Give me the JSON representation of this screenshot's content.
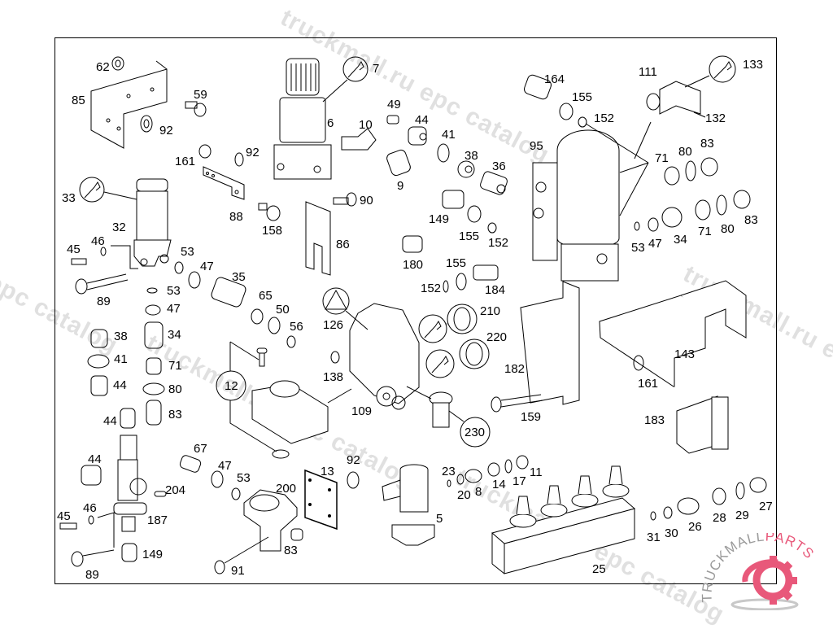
{
  "diagram": {
    "title": "",
    "labels": [
      {
        "id": "62",
        "text": "62"
      },
      {
        "id": "85",
        "text": "85"
      },
      {
        "id": "92a",
        "text": "92"
      },
      {
        "id": "59",
        "text": "59"
      },
      {
        "id": "7",
        "text": "7"
      },
      {
        "id": "6",
        "text": "6"
      },
      {
        "id": "49",
        "text": "49"
      },
      {
        "id": "10",
        "text": "10"
      },
      {
        "id": "44a",
        "text": "44"
      },
      {
        "id": "41a",
        "text": "41"
      },
      {
        "id": "9",
        "text": "9"
      },
      {
        "id": "38a",
        "text": "38"
      },
      {
        "id": "36",
        "text": "36"
      },
      {
        "id": "164",
        "text": "164"
      },
      {
        "id": "155a",
        "text": "155"
      },
      {
        "id": "152a",
        "text": "152"
      },
      {
        "id": "111",
        "text": "111"
      },
      {
        "id": "133",
        "text": "133"
      },
      {
        "id": "132",
        "text": "132"
      },
      {
        "id": "95",
        "text": "95"
      },
      {
        "id": "71a",
        "text": "71"
      },
      {
        "id": "80a",
        "text": "80"
      },
      {
        "id": "83a",
        "text": "83"
      },
      {
        "id": "161a",
        "text": "161"
      },
      {
        "id": "92b",
        "text": "92"
      },
      {
        "id": "88",
        "text": "88"
      },
      {
        "id": "158",
        "text": "158"
      },
      {
        "id": "90",
        "text": "90"
      },
      {
        "id": "86",
        "text": "86"
      },
      {
        "id": "33",
        "text": "33"
      },
      {
        "id": "32",
        "text": "32"
      },
      {
        "id": "45a",
        "text": "45"
      },
      {
        "id": "46a",
        "text": "46"
      },
      {
        "id": "53a",
        "text": "53"
      },
      {
        "id": "47a",
        "text": "47"
      },
      {
        "id": "89a",
        "text": "89"
      },
      {
        "id": "53b",
        "text": "53"
      },
      {
        "id": "47b",
        "text": "47"
      },
      {
        "id": "35",
        "text": "35"
      },
      {
        "id": "65",
        "text": "65"
      },
      {
        "id": "50",
        "text": "50"
      },
      {
        "id": "56",
        "text": "56"
      },
      {
        "id": "149a",
        "text": "149"
      },
      {
        "id": "155b",
        "text": "155"
      },
      {
        "id": "152b",
        "text": "152"
      },
      {
        "id": "180",
        "text": "180"
      },
      {
        "id": "155c",
        "text": "155"
      },
      {
        "id": "152c",
        "text": "152"
      },
      {
        "id": "184",
        "text": "184"
      },
      {
        "id": "53c",
        "text": "53"
      },
      {
        "id": "47c",
        "text": "47"
      },
      {
        "id": "34a",
        "text": "34"
      },
      {
        "id": "71b",
        "text": "71"
      },
      {
        "id": "80b",
        "text": "80"
      },
      {
        "id": "83b",
        "text": "83"
      },
      {
        "id": "38b",
        "text": "38"
      },
      {
        "id": "34b",
        "text": "34"
      },
      {
        "id": "41b",
        "text": "41"
      },
      {
        "id": "71c",
        "text": "71"
      },
      {
        "id": "44b",
        "text": "44"
      },
      {
        "id": "80c",
        "text": "80"
      },
      {
        "id": "44c",
        "text": "44"
      },
      {
        "id": "83c",
        "text": "83"
      },
      {
        "id": "126",
        "text": "126"
      },
      {
        "id": "210",
        "text": "210"
      },
      {
        "id": "220",
        "text": "220"
      },
      {
        "id": "138",
        "text": "138"
      },
      {
        "id": "12",
        "text": "12"
      },
      {
        "id": "109",
        "text": "109"
      },
      {
        "id": "230",
        "text": "230"
      },
      {
        "id": "182",
        "text": "182"
      },
      {
        "id": "159",
        "text": "159"
      },
      {
        "id": "143",
        "text": "143"
      },
      {
        "id": "161b",
        "text": "161"
      },
      {
        "id": "183",
        "text": "183"
      },
      {
        "id": "44d",
        "text": "44"
      },
      {
        "id": "67",
        "text": "67"
      },
      {
        "id": "47d",
        "text": "47"
      },
      {
        "id": "53d",
        "text": "53"
      },
      {
        "id": "200",
        "text": "200"
      },
      {
        "id": "13",
        "text": "13"
      },
      {
        "id": "92c",
        "text": "92"
      },
      {
        "id": "204",
        "text": "204"
      },
      {
        "id": "46b",
        "text": "46"
      },
      {
        "id": "45b",
        "text": "45"
      },
      {
        "id": "187",
        "text": "187"
      },
      {
        "id": "149b",
        "text": "149"
      },
      {
        "id": "89b",
        "text": "89"
      },
      {
        "id": "91",
        "text": "91"
      },
      {
        "id": "83d",
        "text": "83"
      },
      {
        "id": "5",
        "text": "5"
      },
      {
        "id": "23",
        "text": "23"
      },
      {
        "id": "20",
        "text": "20"
      },
      {
        "id": "8",
        "text": "8"
      },
      {
        "id": "14",
        "text": "14"
      },
      {
        "id": "17",
        "text": "17"
      },
      {
        "id": "11",
        "text": "11"
      },
      {
        "id": "25",
        "text": "25"
      },
      {
        "id": "31",
        "text": "31"
      },
      {
        "id": "30",
        "text": "30"
      },
      {
        "id": "26",
        "text": "26"
      },
      {
        "id": "28",
        "text": "28"
      },
      {
        "id": "29",
        "text": "29"
      },
      {
        "id": "27",
        "text": "27"
      }
    ]
  },
  "watermarks": [
    {
      "text": "epc catalog"
    },
    {
      "text": "truckmall.ru epc catalog"
    },
    {
      "text": "truckmall.ru epc catalog"
    },
    {
      "text": "truckmall.ru epc catalog"
    },
    {
      "text": "truckmall.ru e"
    },
    {
      "text": "truckmall"
    }
  ],
  "logo": {
    "text": "TRUCKMALLPARTS",
    "brand_part1": "TRUCKMALL",
    "brand_part2": "PARTS",
    "colors": {
      "primary": "#e8587a",
      "secondary": "#9a9a9a"
    }
  }
}
